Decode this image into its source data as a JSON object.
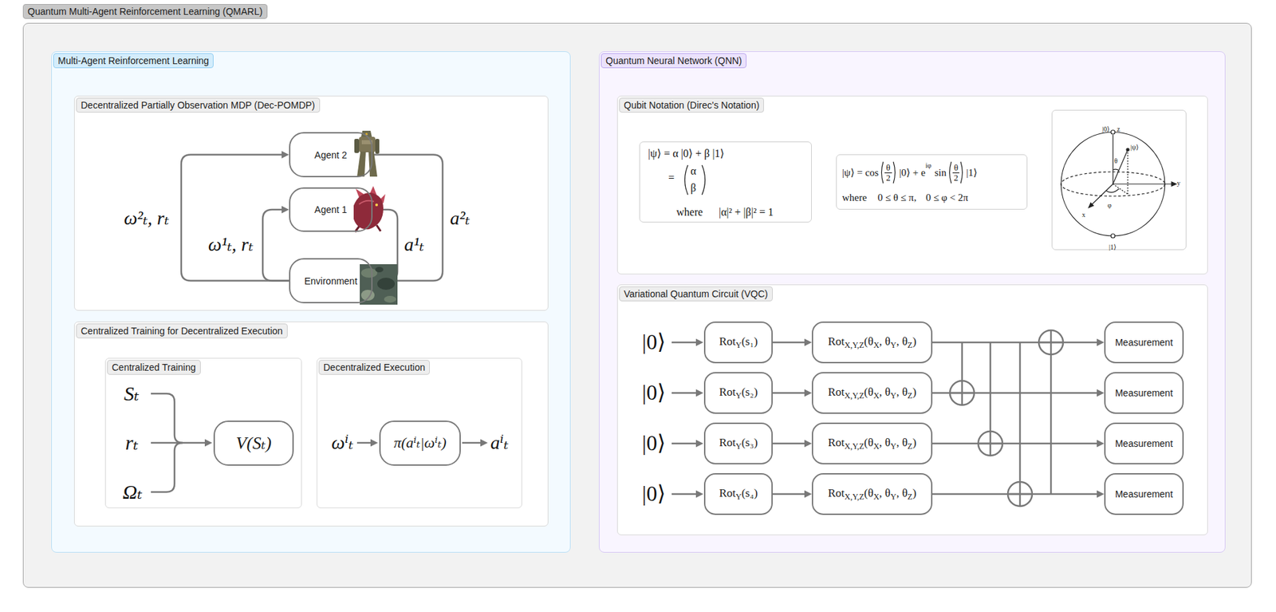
{
  "diagram": {
    "nodes": [
      {
        "text": [
          "Quantum Multi-Agent Reinforcement Learning (QMARL)"
        ]
      },
      {
        "text": [
          "Multi-Agent Reinforcement Learning"
        ],
        "in": 0
      },
      {
        "text": [
          "Decentralized Partially Observation MDP (Dec-POMDP)"
        ],
        "in": 1
      },
      {
        "text": [
          "Agent 2"
        ],
        "in": 2
      },
      {
        "text": [
          "Agent 1"
        ],
        "in": 2
      },
      {
        "text": [
          "Environment"
        ],
        "in": 2
      },
      {
        "text": [
          "Centralized Training for Decentralized Execution"
        ],
        "in": 1
      },
      {
        "text": [
          "Centralized Training"
        ],
        "in": 6
      },
      {
        "text": [
          "V(Sₜ)"
        ],
        "in": 7
      },
      {
        "text": [
          "Decentralized Execution"
        ],
        "in": 6
      },
      {
        "text": [
          "π(aⁱₜ|ωⁱₜ)"
        ],
        "in": 9
      },
      {
        "text": [
          "Quantum Neural Network (QNN)"
        ],
        "in": 0
      },
      {
        "text": [
          "Qubit Notation (Direc's Notation)"
        ],
        "in": 11
      },
      {
        "text": [
          "|ψ⟩ = α |0⟩ + β |1⟩",
          "=",
          "α",
          "β",
          "where",
          "|α|² + |β|² = 1"
        ],
        "in": 12
      },
      {
        "text": [
          "|ψ⟩ = cos",
          "θ",
          "2",
          "|0⟩ + e",
          "iφ",
          "sin",
          "θ",
          "2",
          "|1⟩",
          "where",
          "0 ≤ θ ≤ π,",
          "0 ≤ φ < 2π"
        ],
        "in": 12
      },
      {
        "text": [
          "|0⟩",
          "z",
          "θ",
          "|ψ⟩",
          "y",
          "x",
          "φ",
          "|1⟩"
        ],
        "in": 12
      },
      {
        "text": [
          "Variational Quantum Circuit (VQC)"
        ],
        "in": 11
      },
      {
        "text": [
          "Rot",
          "Y",
          "(s₁)"
        ],
        "in": 16
      },
      {
        "text": [
          "Rot",
          "X,Y,Z",
          "(θ",
          "X",
          ", θ",
          "Y",
          ", θ",
          "Z",
          ")"
        ],
        "in": 16
      },
      {
        "text": [
          "Measurement"
        ],
        "in": 16
      },
      {
        "text": [
          "Rot",
          "Y",
          "(s₂)"
        ],
        "in": 16
      },
      {
        "text": [
          "Rot",
          "X,Y,Z",
          "(θ",
          "X",
          ", θ",
          "Y",
          ", θ",
          "Z",
          ")"
        ],
        "in": 16
      },
      {
        "text": [
          "Measurement"
        ],
        "in": 16
      },
      {
        "text": [
          "Rot",
          "Y",
          "(s₃)"
        ],
        "in": 16
      },
      {
        "text": [
          "Rot",
          "X,Y,Z",
          "(θ",
          "X",
          ", θ",
          "Y",
          ", θ",
          "Z",
          ")"
        ],
        "in": 16
      },
      {
        "text": [
          "Measurement"
        ],
        "in": 16
      },
      {
        "text": [
          "Rot",
          "Y",
          "(s₄)"
        ],
        "in": 16
      },
      {
        "text": [
          "Rot",
          "X,Y,Z",
          "(θ",
          "X",
          ", θ",
          "Y",
          ", θ",
          "Z",
          ")"
        ],
        "in": 16
      },
      {
        "text": [
          "Measurement"
        ],
        "in": 16
      }
    ],
    "edges": [
      {
        "from": 5,
        "to": 3,
        "arrow": "to",
        "label": "ω²ₜ, rₜ"
      },
      {
        "from": 5,
        "to": 4,
        "arrow": "to",
        "label": "ω¹ₜ, rₜ"
      },
      {
        "from": 4,
        "to": 5,
        "arrow": "none",
        "label": "a¹ₜ"
      },
      {
        "from": 3,
        "to": 5,
        "arrow": "none",
        "label": "a²ₜ"
      },
      {
        "from": 17,
        "to": 18,
        "arrow": "to"
      },
      {
        "from": 18,
        "to": 19,
        "arrow": "to"
      },
      {
        "from": 20,
        "to": 21,
        "arrow": "to"
      },
      {
        "from": 21,
        "to": 22,
        "arrow": "to"
      },
      {
        "from": 23,
        "to": 24,
        "arrow": "to"
      },
      {
        "from": 24,
        "to": 25,
        "arrow": "to"
      },
      {
        "from": 26,
        "to": 27,
        "arrow": "to"
      },
      {
        "from": 27,
        "to": 28,
        "arrow": "to"
      }
    ],
    "labels": [
      "Sₜ",
      "rₜ",
      "Ωₜ",
      "ωⁱₜ",
      "aⁱₜ",
      "|0⟩",
      "|0⟩",
      "|0⟩",
      "|0⟩"
    ]
  }
}
